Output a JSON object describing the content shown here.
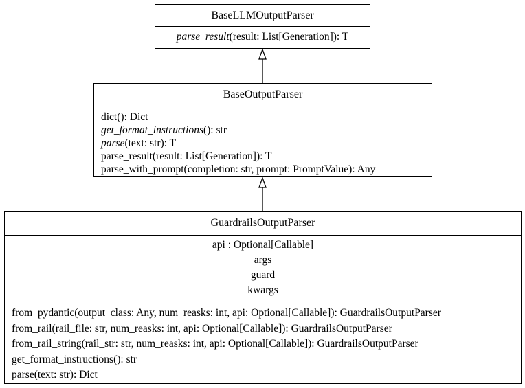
{
  "classes": {
    "base_llm_output_parser": {
      "name": "BaseLLMOutputParser",
      "methods": [
        {
          "name": "parse_result",
          "rest": "(result: List[Generation]): T",
          "abstract": true
        }
      ]
    },
    "base_output_parser": {
      "name": "BaseOutputParser",
      "methods": [
        {
          "name": "dict",
          "rest": "(): Dict",
          "abstract": false
        },
        {
          "name": "get_format_instructions",
          "rest": "(): str",
          "abstract": true
        },
        {
          "name": "parse",
          "rest": "(text: str): T",
          "abstract": true
        },
        {
          "name": "parse_result",
          "rest": "(result: List[Generation]): T",
          "abstract": false
        },
        {
          "name": "parse_with_prompt",
          "rest": "(completion: str, prompt: PromptValue): Any",
          "abstract": false
        }
      ]
    },
    "guardrails_output_parser": {
      "name": "GuardrailsOutputParser",
      "attributes": [
        "api : Optional[Callable]",
        "args",
        "guard",
        "kwargs"
      ],
      "methods": [
        "from_pydantic(output_class: Any, num_reasks: int, api: Optional[Callable]): GuardrailsOutputParser",
        "from_rail(rail_file: str, num_reasks: int, api: Optional[Callable]): GuardrailsOutputParser",
        "from_rail_string(rail_str: str, num_reasks: int, api: Optional[Callable]): GuardrailsOutputParser",
        "get_format_instructions(): str",
        "parse(text: str): Dict"
      ]
    }
  },
  "relations": [
    {
      "type": "inheritance",
      "from": "BaseOutputParser",
      "to": "BaseLLMOutputParser"
    },
    {
      "type": "inheritance",
      "from": "GuardrailsOutputParser",
      "to": "BaseOutputParser"
    }
  ]
}
